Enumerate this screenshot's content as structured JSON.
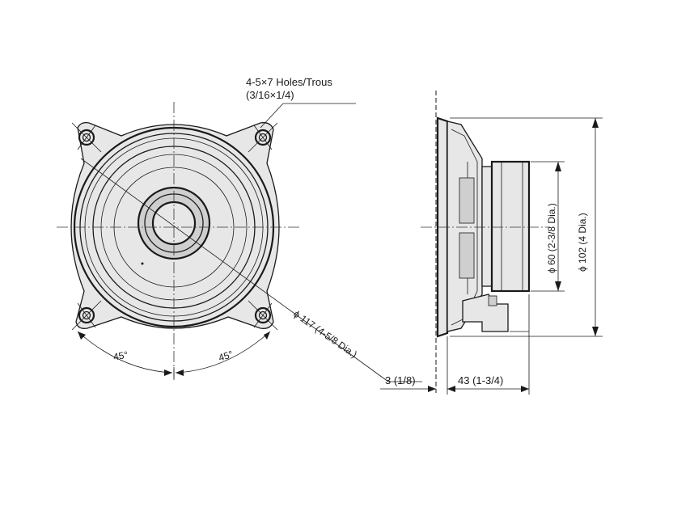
{
  "labels": {
    "holes_line1": "4-5×7 Holes/Trous",
    "holes_line2": "(3/16×1/4)",
    "angle_left": "45°",
    "angle_right": "45°",
    "diameter_117": "ϕ 117 (4-5/8 Dia.)",
    "diameter_60": "ϕ 60 (2-3/8 Dia.)",
    "diameter_102": "ϕ 102 (4 Dia.)",
    "depth_3": "3 (1/8)",
    "depth_43": "43 (1-3/4)"
  },
  "colors": {
    "line": "#1a1a1a",
    "fill_light": "#e7e7e7",
    "fill_dark": "#cfcfcf"
  }
}
